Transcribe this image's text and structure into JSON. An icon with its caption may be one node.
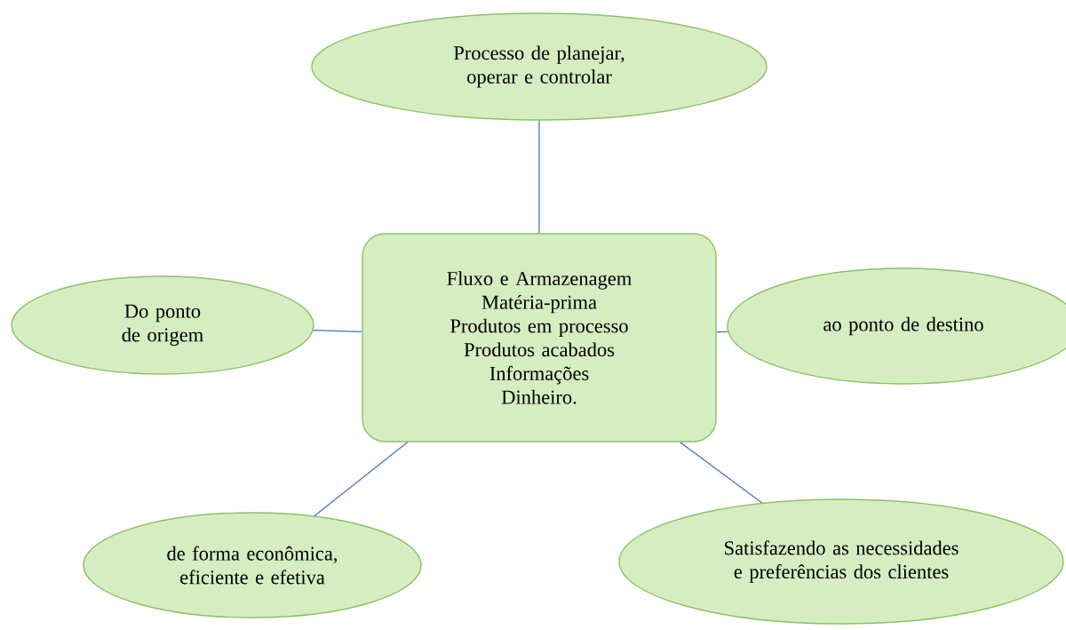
{
  "diagram": {
    "nodes": [
      {
        "text": [
          "Processo de planejar, operar e controlar"
        ]
      },
      {
        "text": [
          "Do ponto de origem"
        ]
      },
      {
        "text": [
          "Fluxo e Armazenagem",
          "Matéria-prima",
          "Produtos em processo",
          "Produtos acabados",
          "Informações",
          "Dinheiro."
        ]
      },
      {
        "text": [
          "ao ponto de destino"
        ]
      },
      {
        "text": [
          "de forma econômica, eficiente e efetiva"
        ]
      },
      {
        "text": [
          "Satisfazendo as necessidades e preferências dos clientes"
        ]
      }
    ],
    "edges": [
      {
        "from": 2,
        "to": 0,
        "arrow": "none"
      },
      {
        "from": 2,
        "to": 1,
        "arrow": "none"
      },
      {
        "from": 2,
        "to": 3,
        "arrow": "none"
      },
      {
        "from": 2,
        "to": 4,
        "arrow": "none"
      },
      {
        "from": 2,
        "to": 5,
        "arrow": "none"
      }
    ]
  }
}
